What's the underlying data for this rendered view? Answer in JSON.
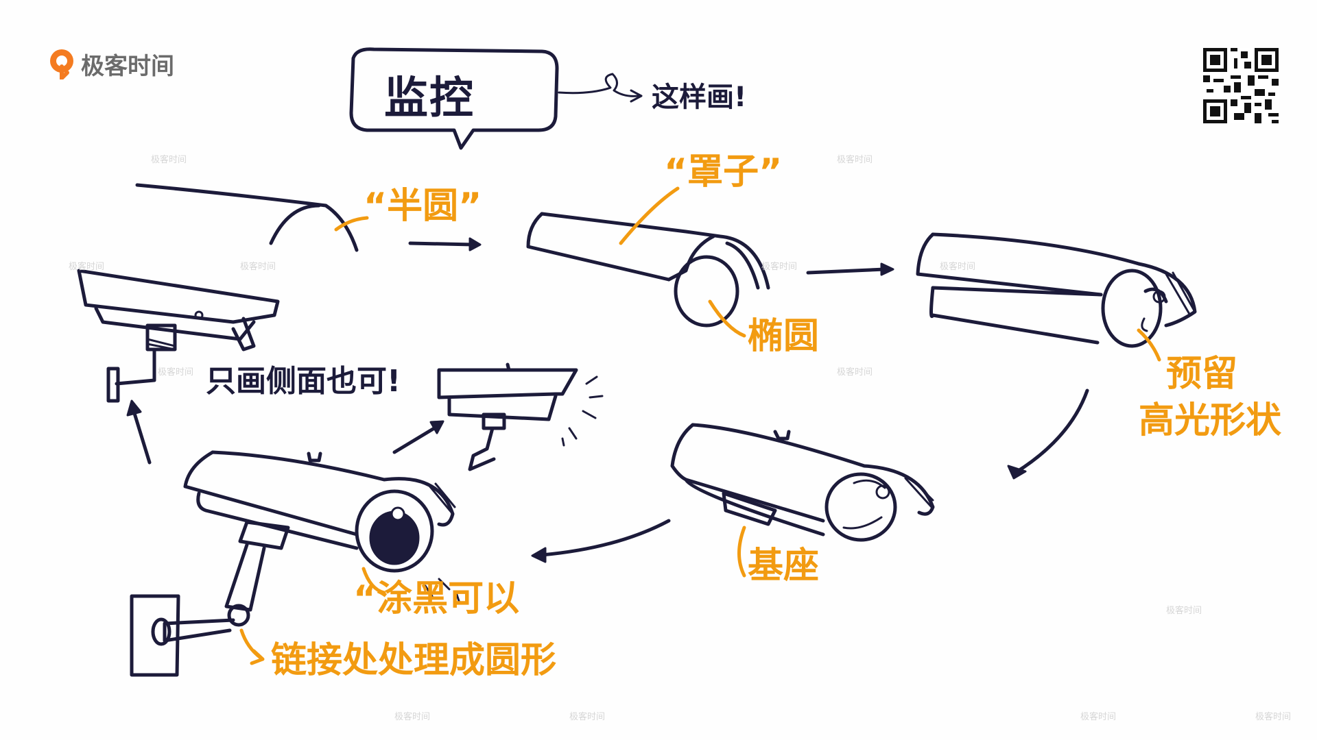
{
  "logo": {
    "text": "极客时间",
    "icon": "geektime-logo-icon"
  },
  "title": {
    "text": "监控",
    "note": "这样画!"
  },
  "labels": {
    "half_circle": "“半圆”",
    "cover": "“罩子”",
    "ellipse": "椭圆",
    "reserve_highlight_line1": "预留",
    "reserve_highlight_line2": "高光形状",
    "base": "基座",
    "paint_black": "“涂黑可以",
    "joint_round": "链接处处理成圆形",
    "side_view_note": "只画侧面也可!"
  },
  "watermark": {
    "text": "极客时间"
  },
  "qr_code": {
    "icon": "qr-code-icon"
  },
  "colors": {
    "ink": "#1c1b3a",
    "accent": "#f29b11",
    "background": "#fefefe",
    "logo": "#f47b20"
  }
}
